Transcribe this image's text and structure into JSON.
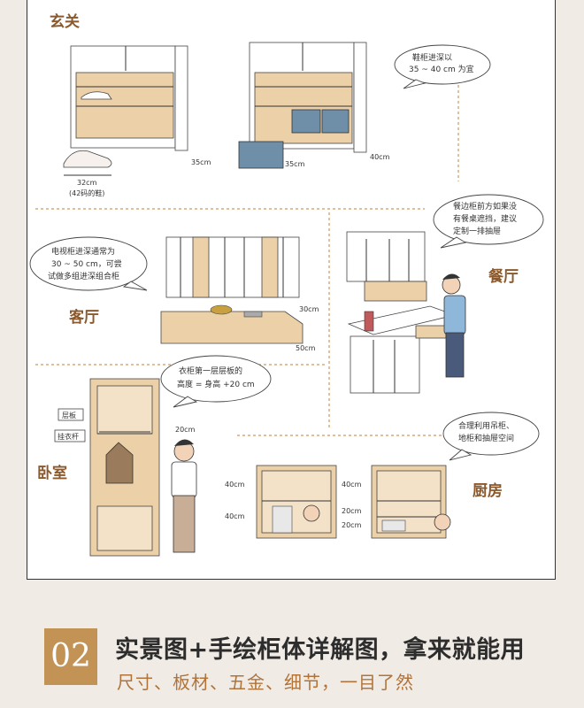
{
  "sections": {
    "entry": {
      "title": "玄关",
      "dim_depth_1": "35cm",
      "dim_depth_2": "35cm",
      "dim_depth_3": "40cm",
      "shoe_width": "32cm",
      "shoe_size": "(42码的鞋)",
      "bubble_line1": "鞋柜进深以",
      "bubble_line2": "35 ~ 40 cm 为宜"
    },
    "living": {
      "title": "客厅",
      "bubble_line1": "电视柜进深通常为",
      "bubble_line2": "30 ~ 50 cm，可尝",
      "bubble_line3": "试做多组进深组合柜",
      "dim_a": "30cm",
      "dim_b": "50cm"
    },
    "dining": {
      "title": "餐厅",
      "bubble_line1": "餐边柜前方如果没",
      "bubble_line2": "有餐桌遮挡，建议",
      "bubble_line3": "定制一排抽屉"
    },
    "bedroom": {
      "title": "卧室",
      "bubble_line1": "衣柜第一层层板的",
      "bubble_line2": "高度 = 身高 +20 cm",
      "tag_shelf": "层板",
      "tag_rod": "挂衣杆",
      "dim": "20cm"
    },
    "kitchen": {
      "title": "厨房",
      "bubble_line1": "合理利用吊柜、",
      "bubble_line2": "地柜和抽屉空间",
      "dims_left": [
        "40cm",
        "40cm"
      ],
      "dims_right": [
        "40cm",
        "20cm",
        "20cm"
      ]
    }
  },
  "footer": {
    "number": "02",
    "title": "实景图+手绘柜体详解图，拿来就能用",
    "subtitle": "尺寸、板材、五金、细节，一目了然"
  },
  "colors": {
    "wood": "#e9c9a0",
    "wood_dark": "#d9ae7a",
    "accent": "#b0743b",
    "badge": "#c39356",
    "box_blue": "#6f8fa8",
    "skin": "#f3d3b8"
  }
}
